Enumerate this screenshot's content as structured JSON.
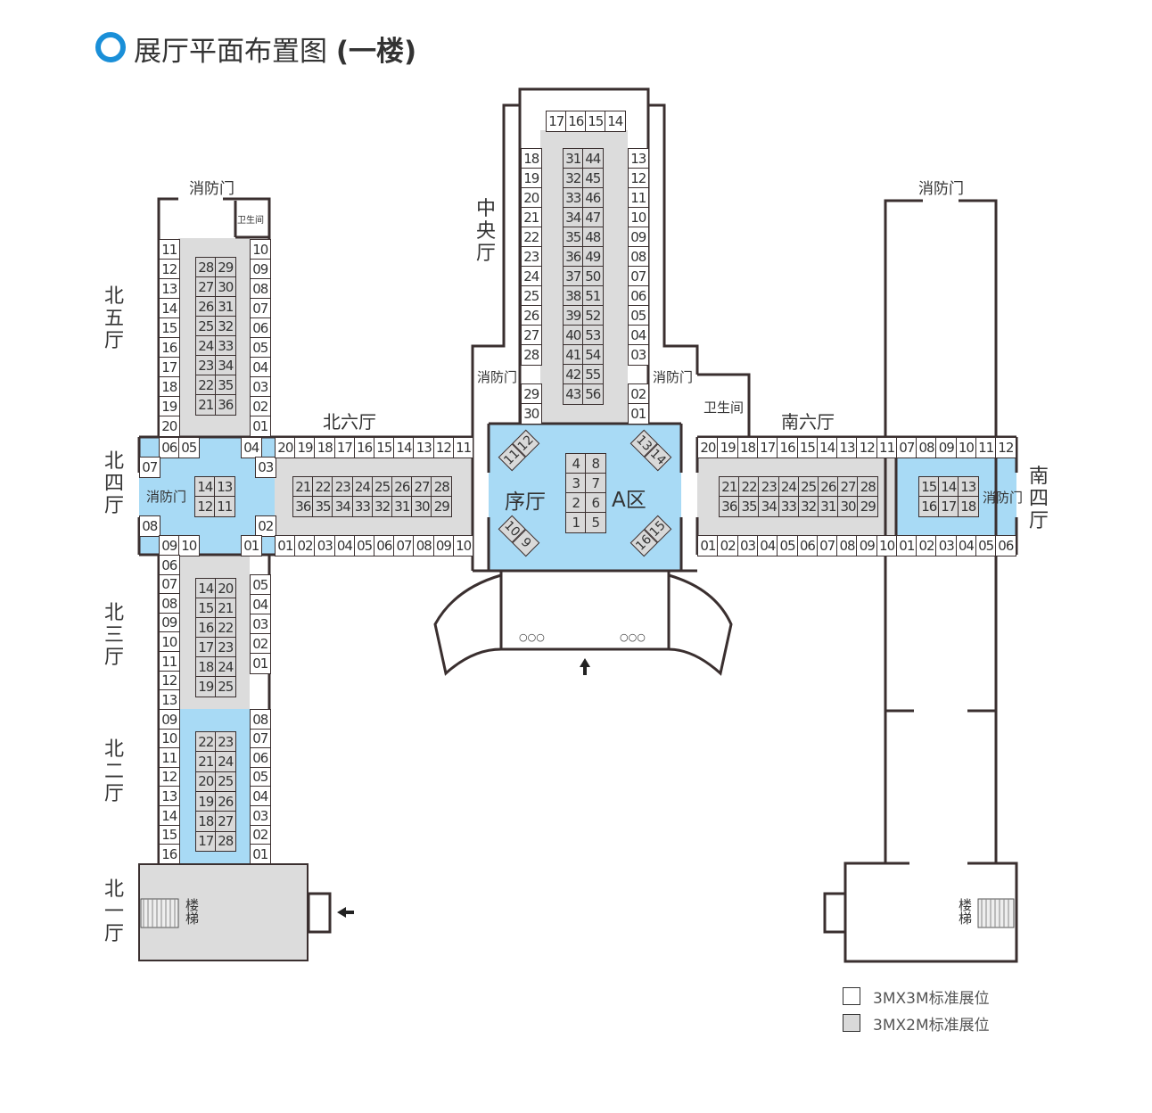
{
  "title": "展厅平面布置图（一楼）",
  "title_main": "展厅平面布置图",
  "title_floor": "(一楼)",
  "accent": "#1a8fd8",
  "halls": {
    "n5": "北五厅",
    "n4": "北四厅",
    "n3": "北三厅",
    "n2": "北二厅",
    "n1": "北一厅",
    "center": "中央厅",
    "n6": "北六厅",
    "s6": "南六厅",
    "s4": "南四厅",
    "lobby": "序厅",
    "zoneA": "A区"
  },
  "labels": {
    "fire_door": "消防门",
    "toilet": "卫生间",
    "stairs": "楼梯",
    "dots": "○○○"
  },
  "booths": {
    "n5_left": [
      "11",
      "12",
      "13",
      "14",
      "15",
      "16",
      "17",
      "18",
      "19",
      "20"
    ],
    "n5_right": [
      "10",
      "09",
      "08",
      "07",
      "06",
      "05",
      "04",
      "03",
      "02",
      "01"
    ],
    "n5_center": [
      "28",
      "29",
      "27",
      "30",
      "26",
      "31",
      "25",
      "32",
      "24",
      "33",
      "23",
      "34",
      "22",
      "35",
      "21",
      "36"
    ],
    "n4_top_l": [
      "06",
      "05"
    ],
    "n4_07": [
      "07"
    ],
    "n4_08": [
      "08"
    ],
    "n4_bot_l": [
      "09",
      "10"
    ],
    "n4_04": [
      "04"
    ],
    "n4_03": [
      "03"
    ],
    "n4_02": [
      "02"
    ],
    "n4_01": [
      "01"
    ],
    "n4_center": [
      "14",
      "13",
      "12",
      "11"
    ],
    "n6_top": [
      "20",
      "19",
      "18",
      "17",
      "16",
      "15",
      "14",
      "13",
      "12",
      "11"
    ],
    "n6_bottom": [
      "01",
      "02",
      "03",
      "04",
      "05",
      "06",
      "07",
      "08",
      "09",
      "10"
    ],
    "n6_center": [
      "21",
      "22",
      "23",
      "24",
      "25",
      "26",
      "27",
      "28",
      "36",
      "35",
      "34",
      "33",
      "32",
      "31",
      "30",
      "29"
    ],
    "n3_left": [
      "06",
      "07",
      "08",
      "09",
      "10",
      "11",
      "12",
      "13"
    ],
    "n3_right": [
      "05",
      "04",
      "03",
      "02",
      "01"
    ],
    "n3_center": [
      "14",
      "20",
      "15",
      "21",
      "16",
      "22",
      "17",
      "23",
      "18",
      "24",
      "19",
      "25"
    ],
    "n2_left": [
      "09",
      "10",
      "11",
      "12",
      "13",
      "14",
      "15",
      "16"
    ],
    "n2_right": [
      "08",
      "07",
      "06",
      "05",
      "04",
      "03",
      "02",
      "01"
    ],
    "n2_center": [
      "22",
      "23",
      "21",
      "24",
      "20",
      "25",
      "19",
      "26",
      "18",
      "27",
      "17",
      "28"
    ],
    "c_top": [
      "17",
      "16",
      "15",
      "14"
    ],
    "c_left": [
      "18",
      "19",
      "20",
      "21",
      "22",
      "23",
      "24",
      "25",
      "26",
      "27",
      "28"
    ],
    "c_right": [
      "13",
      "12",
      "11",
      "10",
      "09",
      "08",
      "07",
      "06",
      "05",
      "04",
      "03"
    ],
    "c_center": [
      "31",
      "44",
      "32",
      "45",
      "33",
      "46",
      "34",
      "47",
      "35",
      "48",
      "36",
      "49",
      "37",
      "50",
      "38",
      "51",
      "39",
      "52",
      "40",
      "53",
      "41",
      "54",
      "42",
      "55",
      "43",
      "56"
    ],
    "c_left_low": [
      "29",
      "30"
    ],
    "c_right_low": [
      "02",
      "01"
    ],
    "a_center": [
      "4",
      "8",
      "3",
      "7",
      "2",
      "6",
      "1",
      "5"
    ],
    "a_diamonds": [
      [
        "11",
        "12"
      ],
      [
        "13",
        "14"
      ],
      [
        "10",
        "9"
      ],
      [
        "16",
        "15"
      ]
    ],
    "s6_top": [
      "20",
      "19",
      "18",
      "17",
      "16",
      "15",
      "14",
      "13",
      "12",
      "11"
    ],
    "s6_bottom": [
      "01",
      "02",
      "03",
      "04",
      "05",
      "06",
      "07",
      "08",
      "09",
      "10"
    ],
    "s6_center": [
      "21",
      "22",
      "23",
      "24",
      "25",
      "26",
      "27",
      "28",
      "36",
      "35",
      "34",
      "33",
      "32",
      "31",
      "30",
      "29"
    ],
    "s4_top": [
      "07",
      "08",
      "09",
      "10",
      "11",
      "12"
    ],
    "s4_bottom": [
      "01",
      "02",
      "03",
      "04",
      "05",
      "06"
    ],
    "s4_center": [
      "15",
      "14",
      "13",
      "16",
      "17",
      "18"
    ]
  },
  "legend": [
    {
      "label": "3MX3M标准展位",
      "color": "#ffffff"
    },
    {
      "label": "3MX2M标准展位",
      "color": "#d9d9d9"
    }
  ]
}
